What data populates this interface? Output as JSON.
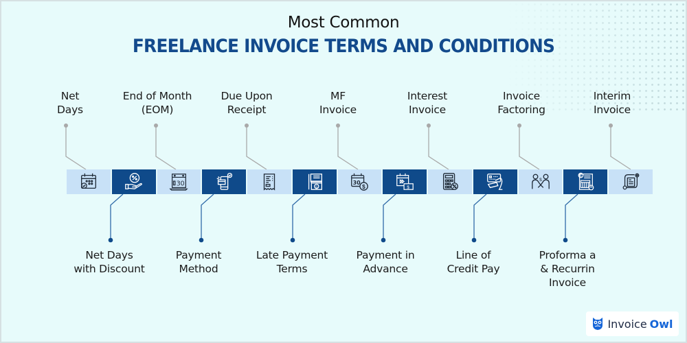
{
  "header": {
    "subtitle": "Most Common",
    "title": "FREELANCE INVOICE TERMS AND CONDITIONS"
  },
  "colors": {
    "background": "#e7fbfb",
    "title_blue": "#134a8c",
    "tile_light": "#c8e1f7",
    "tile_dark": "#0f4a8a",
    "connector_top": "#a9a9a9",
    "connector_bottom": "#2f6aa8"
  },
  "terms": [
    {
      "label_line1": "Net",
      "label_line2": "Days",
      "label_line3": "",
      "position": "top",
      "tile": "light",
      "icon": "calendar-check-icon"
    },
    {
      "label_line1": "Net Days",
      "label_line2": "with Discount",
      "label_line3": "",
      "position": "bottom",
      "tile": "dark",
      "icon": "hand-percent-icon"
    },
    {
      "label_line1": "End of Month",
      "label_line2": "(EOM)",
      "label_line3": "",
      "position": "top",
      "tile": "light",
      "icon": "calendar-30-icon"
    },
    {
      "label_line1": "Payment",
      "label_line2": "Method",
      "label_line3": "",
      "position": "bottom",
      "tile": "dark",
      "icon": "mobile-card-payment-icon"
    },
    {
      "label_line1": "Due Upon",
      "label_line2": "Receipt",
      "label_line3": "",
      "position": "top",
      "tile": "light",
      "icon": "receipt-icon"
    },
    {
      "label_line1": "Late Payment",
      "label_line2": "Terms",
      "label_line3": "",
      "position": "bottom",
      "tile": "dark",
      "icon": "document-calendar-dollar-icon"
    },
    {
      "label_line1": "MF",
      "label_line2": "Invoice",
      "label_line3": "",
      "position": "top",
      "tile": "light",
      "icon": "calendar-30-dollar-icon"
    },
    {
      "label_line1": "Payment in",
      "label_line2": "Advance",
      "label_line3": "",
      "position": "bottom",
      "tile": "dark",
      "icon": "calendar-fast-forward-cash-icon"
    },
    {
      "label_line1": "Interest",
      "label_line2": "Invoice",
      "label_line3": "",
      "position": "top",
      "tile": "light",
      "icon": "calculator-percent-icon"
    },
    {
      "label_line1": "Line of",
      "label_line2": "Credit Pay",
      "label_line3": "",
      "position": "bottom",
      "tile": "dark",
      "icon": "hand-credit-card-icon"
    },
    {
      "label_line1": "Invoice",
      "label_line2": "Factoring",
      "label_line3": "",
      "position": "top",
      "tile": "light",
      "icon": "handshake-dollar-icon"
    },
    {
      "label_line1": "Proforma a",
      "label_line2": "& Recurrin",
      "label_line3": "Invoice",
      "position": "bottom",
      "tile": "dark",
      "icon": "invoice-table-recurring-icon"
    },
    {
      "label_line1": "Interim",
      "label_line2": "Invoice",
      "label_line3": "",
      "position": "top",
      "tile": "light",
      "icon": "document-process-icon"
    }
  ],
  "brand": {
    "word1": "Invoice",
    "word2": "Owl",
    "icon": "owl-icon"
  }
}
